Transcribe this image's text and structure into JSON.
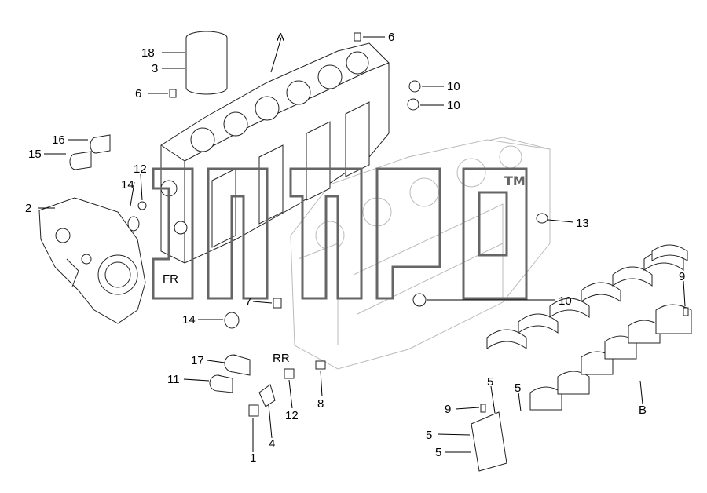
{
  "diagram": {
    "callouts": [
      {
        "id": "c18",
        "text": "18"
      },
      {
        "id": "c3",
        "text": "3"
      },
      {
        "id": "cA",
        "text": "A"
      },
      {
        "id": "c6a",
        "text": "6"
      },
      {
        "id": "c6b",
        "text": "6"
      },
      {
        "id": "c10a",
        "text": "10"
      },
      {
        "id": "c10b",
        "text": "10"
      },
      {
        "id": "c16",
        "text": "16"
      },
      {
        "id": "c15",
        "text": "15"
      },
      {
        "id": "c12a",
        "text": "12"
      },
      {
        "id": "c14a",
        "text": "14"
      },
      {
        "id": "c2",
        "text": "2"
      },
      {
        "id": "c13",
        "text": "13"
      },
      {
        "id": "c9a",
        "text": "9"
      },
      {
        "id": "cFR",
        "text": "FR"
      },
      {
        "id": "c7",
        "text": "7"
      },
      {
        "id": "c10c",
        "text": "10"
      },
      {
        "id": "c14b",
        "text": "14"
      },
      {
        "id": "c17",
        "text": "17"
      },
      {
        "id": "cRR",
        "text": "RR"
      },
      {
        "id": "c11",
        "text": "11"
      },
      {
        "id": "c12b",
        "text": "12"
      },
      {
        "id": "c8",
        "text": "8"
      },
      {
        "id": "c1",
        "text": "1"
      },
      {
        "id": "c4",
        "text": "4"
      },
      {
        "id": "c5a",
        "text": "5"
      },
      {
        "id": "c5b",
        "text": "5"
      },
      {
        "id": "c9b",
        "text": "9"
      },
      {
        "id": "c5c",
        "text": "5"
      },
      {
        "id": "c5d",
        "text": "5"
      },
      {
        "id": "cB",
        "text": "B"
      }
    ],
    "watermark": {
      "text": "TM"
    }
  }
}
